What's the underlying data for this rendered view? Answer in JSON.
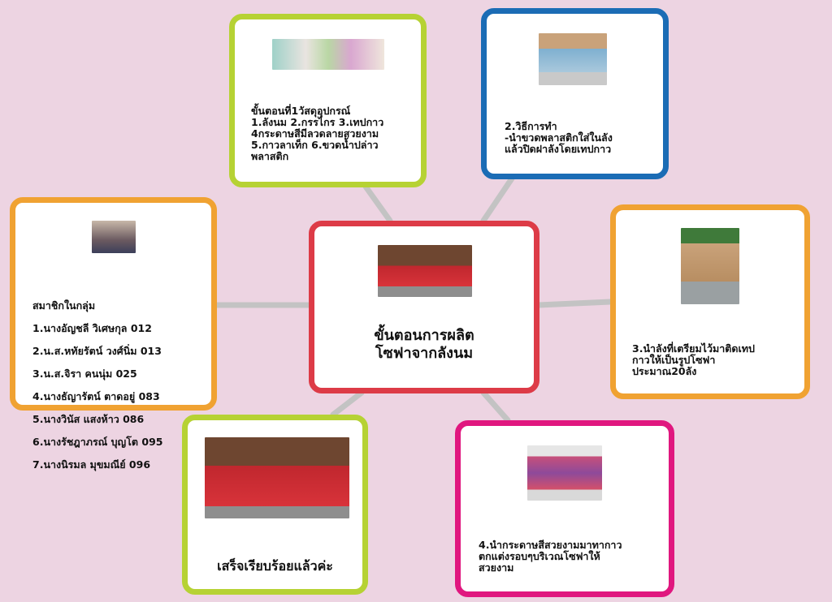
{
  "colors": {
    "background": "#edd4e2",
    "green": "#b6d234",
    "blue": "#1b6cb5",
    "orange": "#f0a232",
    "red": "#dd3b47",
    "pink": "#e0177f",
    "connector": "#c3c3c3"
  },
  "center": {
    "title_line1": "ขั้นตอนการผลิต",
    "title_line2": "โซฟาจากลังนม"
  },
  "materials": {
    "text": "ขั้นตอนที่1วัสดุอุปกรณ์\n1.ลังนม 2.กรรไกร 3.เทปกาว\n4กระดาษสีมีลวดลายสวยงาม\n5.กาวลาเท็ก 6.ขวดน้ำปล่าว\nพลาสติก"
  },
  "step2": {
    "text": "2.วิธีการทำ\n-นำขวดพลาสติกใส่ในลัง\nแล้วปิดฝาลังโดยเทปกาว"
  },
  "step3": {
    "text": "3.นำลังที่เตรียมไว้มาติดเทป\nกาวให้เป็นรูปโซฟา\nประมาณ20ลัง"
  },
  "step4": {
    "text": "4.นำกระดาษสีสวยงามมาทากาว\nตกแต่งรอบๆบริเวณโซฟาให้\nสวยงาม"
  },
  "finished": {
    "text": "เสร็จเรียบร้อยแล้วค่ะ"
  },
  "members": {
    "heading": "สมาชิกในกลุ่ม",
    "items": [
      "1.นางอัญชลี วิเศษกุล 012",
      "2.น.ส.หทัยรัตน์ วงศ์นิ่ม 013",
      "3.น.ส.จิรา คนนุ่ม 025",
      "4.นางธัญารัตน์ ตาดอยู่ 083",
      "5.นางวินัส แสงห้าว 086",
      "6.นางรัชฎาภรณ์ บุญโต 095",
      "7.นางนิรมล มุขมณีย์ 096"
    ]
  }
}
